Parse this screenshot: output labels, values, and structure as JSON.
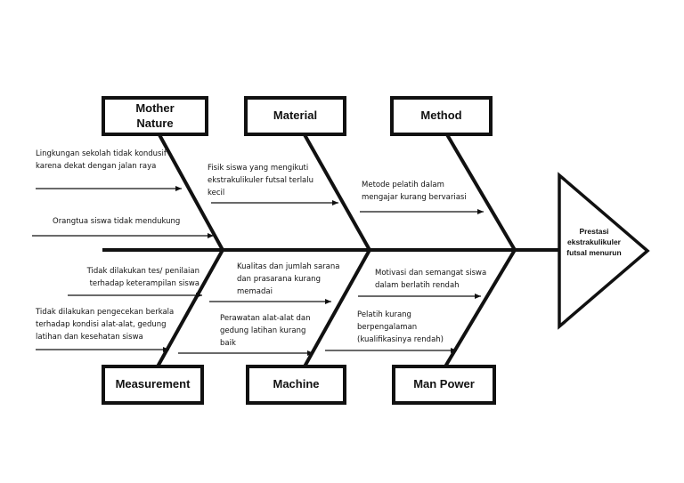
{
  "effect": "Prestasi ekstrakulikuler futsal menurun",
  "categories": {
    "mother_nature": "Mother Nature",
    "material": "Material",
    "method": "Method",
    "measurement": "Measurement",
    "machine": "Machine",
    "man_power": "Man Power"
  },
  "causes": {
    "mother_nature_1": "Lingkungan sekolah tidak kondusif karena dekat dengan jalan raya",
    "mother_nature_2": "Orangtua siswa tidak mendukung",
    "material_1": "Fisik siswa yang mengikuti ekstrakulikuler futsal terlalu kecil",
    "method_1": "Metode pelatih dalam mengajar kurang bervariasi",
    "measurement_1": "Tidak dilakukan tes/ penilaian terhadap keterampilan siswa",
    "measurement_2": "Tidak dilakukan pengecekan berkala terhadap kondisi alat-alat, gedung latihan dan kesehatan siswa",
    "machine_1": "Kualitas dan jumlah sarana dan prasarana kurang memadai",
    "machine_2": "Perawatan alat-alat dan gedung latihan kurang baik",
    "man_power_1": "Motivasi dan semangat siswa dalam berlatih rendah",
    "man_power_2": "Pelatih kurang berpengalaman (kualifikasinya rendah)"
  }
}
